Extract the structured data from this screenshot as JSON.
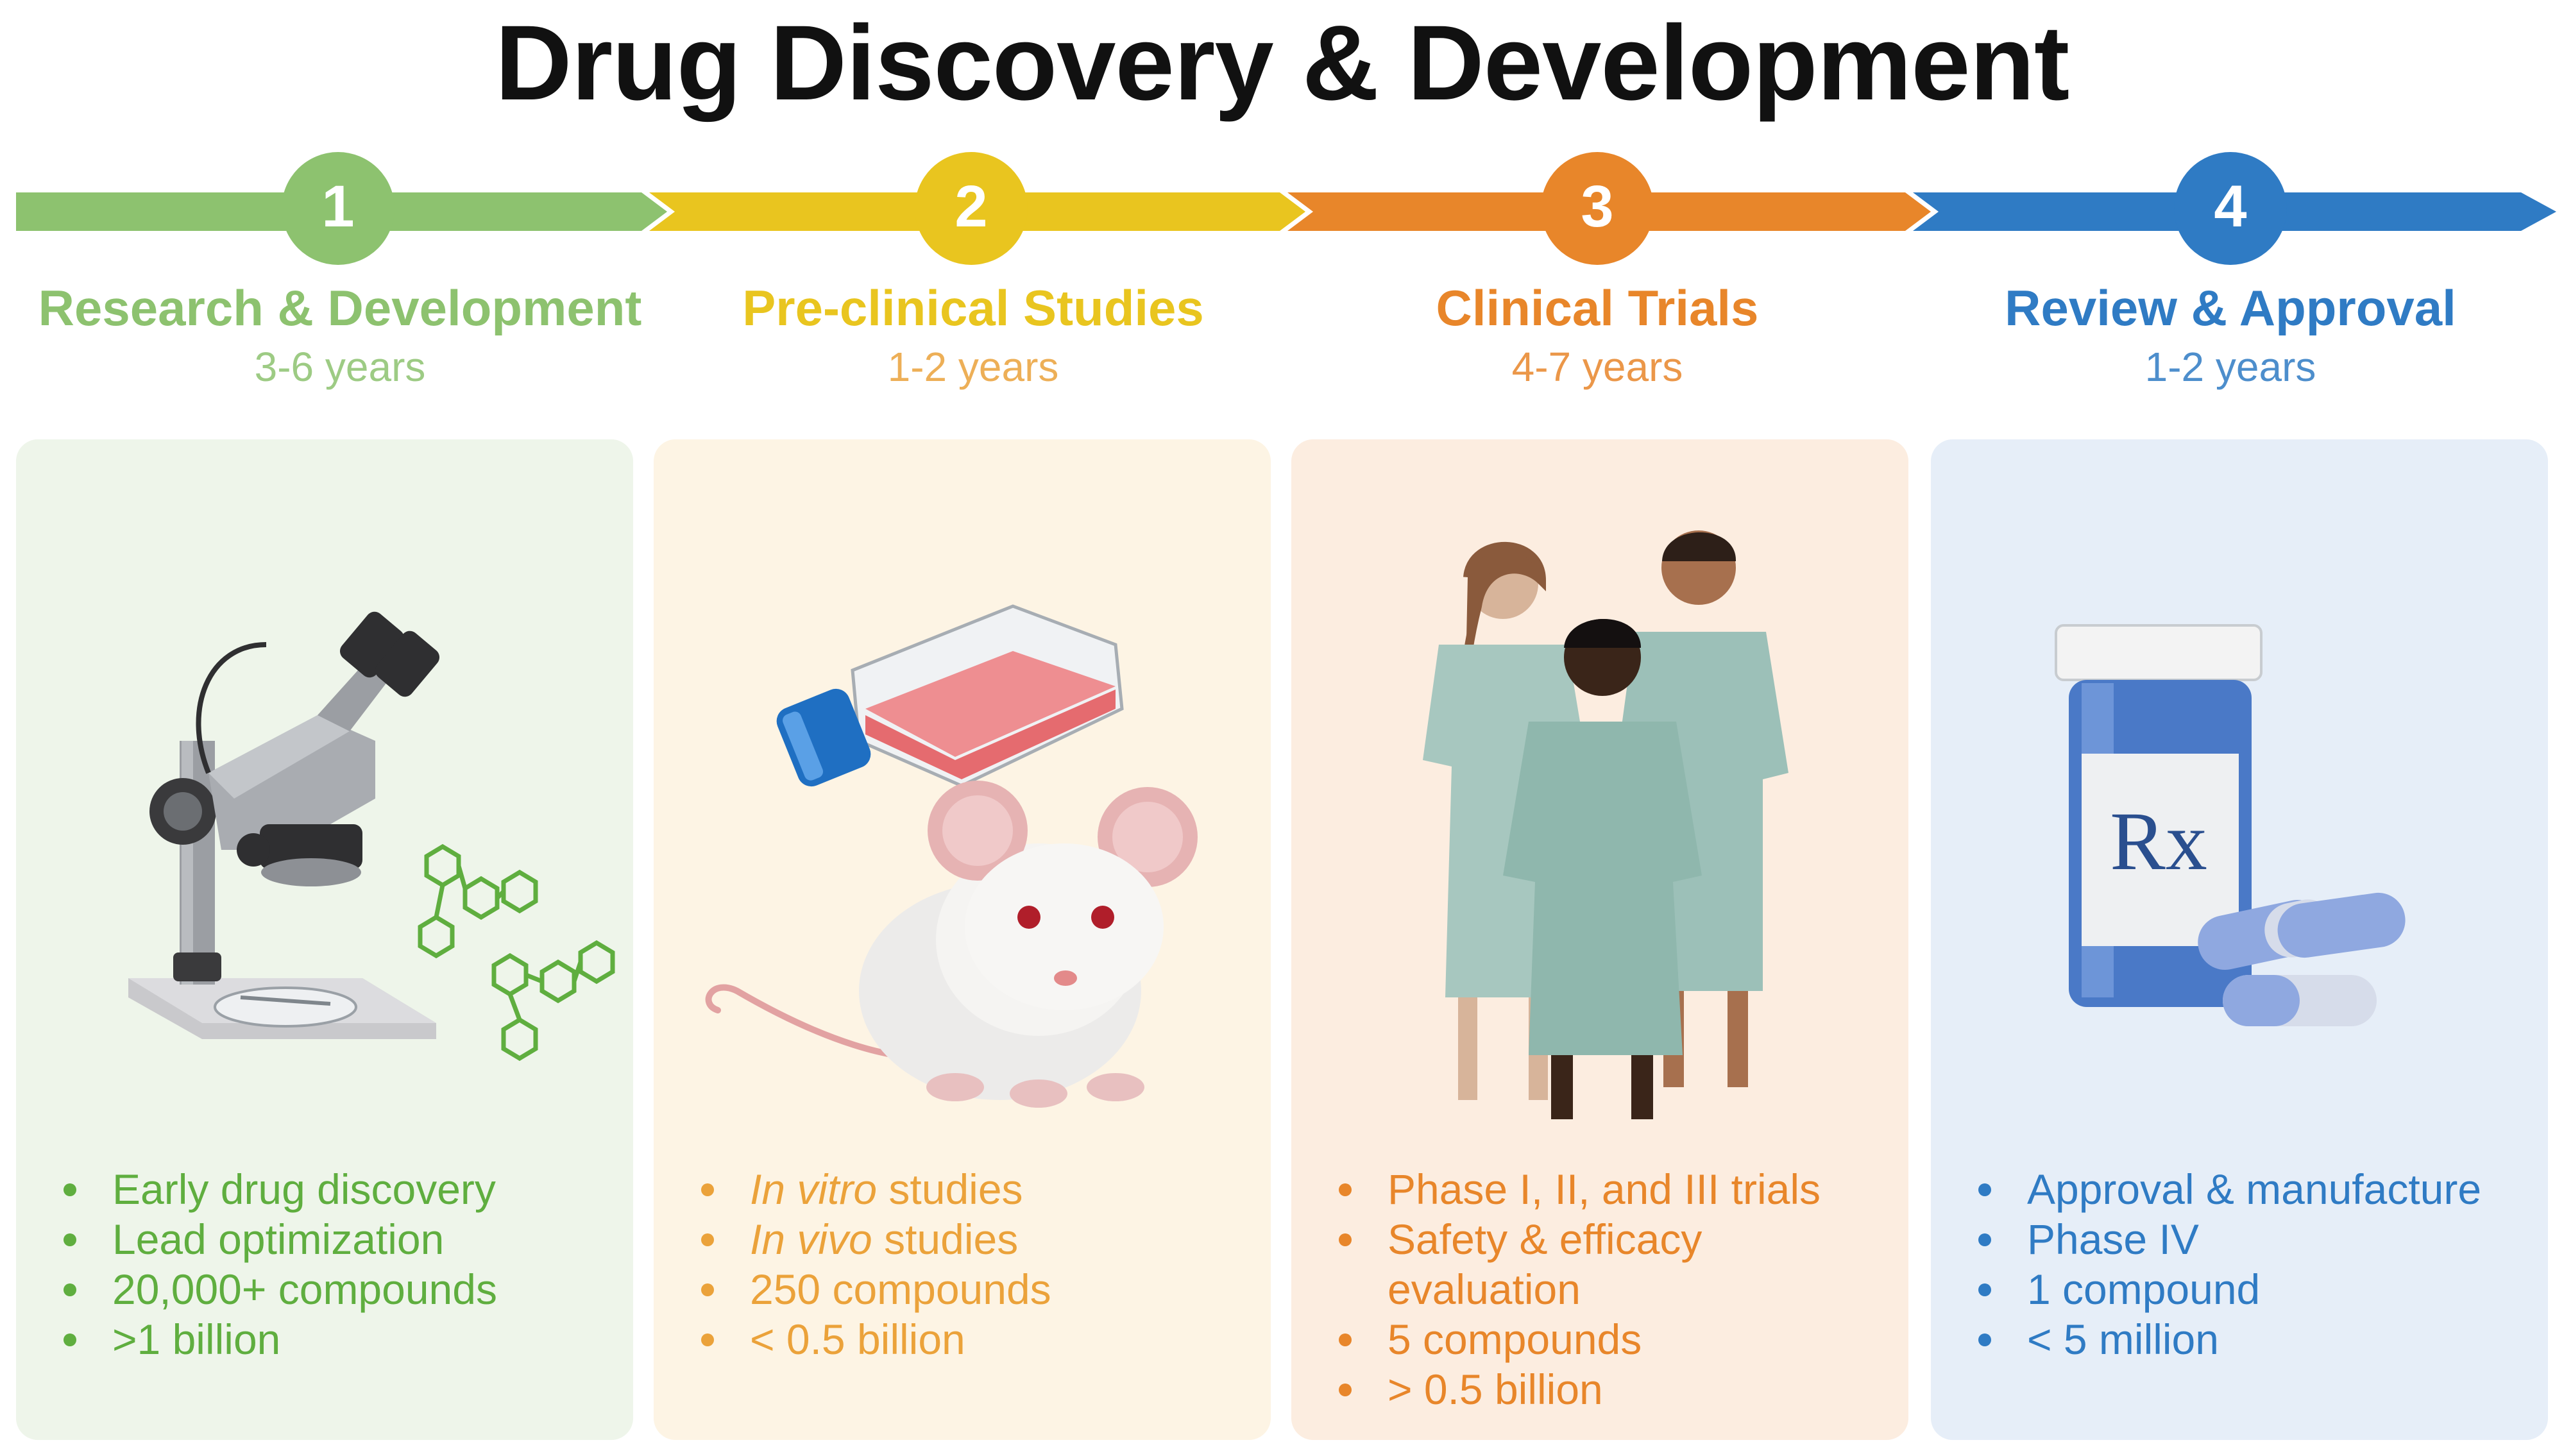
{
  "title": "Drug Discovery & Development",
  "phases": [
    {
      "number": "1",
      "name": "Research & Development",
      "duration": "3-6 years",
      "color": "#8dc26f",
      "panel_bg": "#eef5ea",
      "text_color": "#5fae3f",
      "illustration": "microscope-icon",
      "bullets": [
        "Early drug discovery",
        "Lead optimization",
        "20,000+ compounds",
        ">1 billion"
      ]
    },
    {
      "number": "2",
      "name": "Pre-clinical Studies",
      "duration": "1-2 years",
      "color": "#e9c51f",
      "panel_bg": "#fdf4e4",
      "text_color": "#eba23a",
      "illustration": "mouse-and-flask-icon",
      "bullets_rich": [
        {
          "em": "In vitro",
          "rest": " studies"
        },
        {
          "em": "In vivo",
          "rest": " studies"
        },
        {
          "em": "",
          "rest": "250 compounds"
        },
        {
          "em": "",
          "rest": "< 0.5 billion"
        }
      ]
    },
    {
      "number": "3",
      "name": "Clinical Trials",
      "duration": "4-7 years",
      "color": "#e8862a",
      "panel_bg": "#fcede0",
      "text_color": "#e8862a",
      "illustration": "patients-icon",
      "bullets": [
        "Phase I, II, and III trials",
        "Safety & efficacy",
        "evaluation",
        "5 compounds",
        "> 0.5 billion"
      ]
    },
    {
      "number": "4",
      "name": "Review & Approval",
      "duration": "1-2 years",
      "color": "#2f7bc4",
      "panel_bg": "#e6eef8",
      "text_color": "#2f7bc4",
      "illustration": "pill-bottle-icon",
      "bottle_label": "Rx",
      "bullets": [
        "Approval & manufacture",
        "Phase IV",
        "1 compound",
        "< 5 million"
      ]
    }
  ]
}
